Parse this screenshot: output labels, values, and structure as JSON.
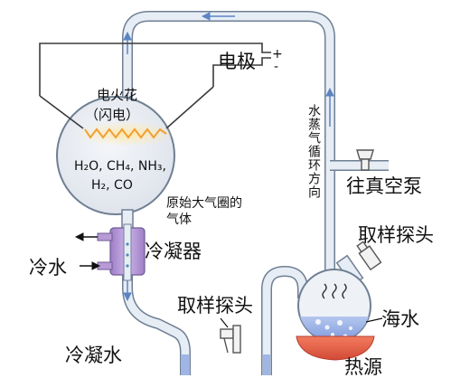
{
  "labels": {
    "electrode": "电极",
    "plus": "+",
    "minus": "-",
    "spark": "电火花",
    "lightning": "（闪电）",
    "gases_line1": "H₂O, CH₄, NH₃,",
    "gases_line2": "H₂, CO",
    "atmosphere_line1": "原始大气圈的",
    "atmosphere_line2": "气体",
    "condenser": "冷凝器",
    "cold_water": "冷水",
    "condensed_water": "冷凝水",
    "sampling_probe_bottom": "取样探头",
    "sampling_probe_right": "取样探头",
    "vacuum_pump": "往真空泵",
    "vapor_direction": "水蒸气循环方向",
    "seawater": "海水",
    "heat_source": "热源"
  },
  "colors": {
    "tube_fill": "#e7edf5",
    "tube_stroke": "#6f7f93",
    "flow_arrow": "#5b84c4",
    "sphere": "#e4e9f0",
    "spark": "#f0a030",
    "condenser": "#b79ad6",
    "water": "#9fb5e6",
    "heater": "#e8664f"
  },
  "icons": [
    "flow-arrow-icon",
    "spark-zigzag-icon",
    "steam-icon",
    "valve-icon",
    "bubble-icon"
  ]
}
